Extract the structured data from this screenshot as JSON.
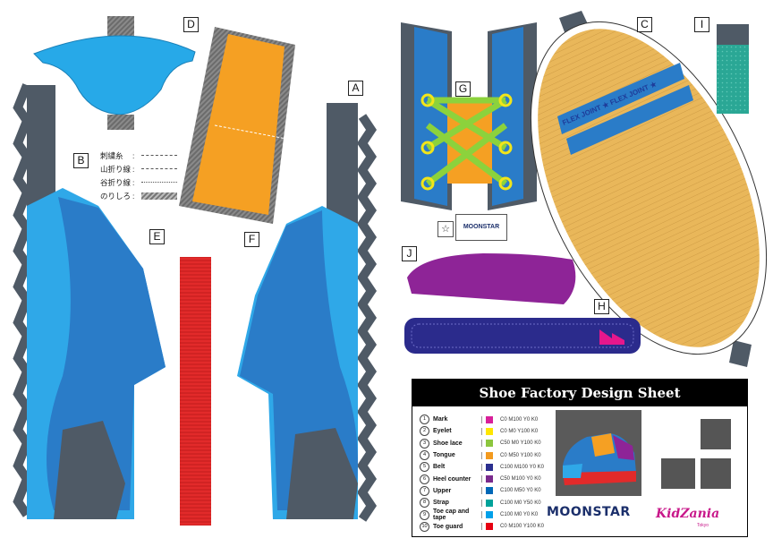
{
  "part_labels": {
    "A": "A",
    "B": "B",
    "C": "C",
    "D": "D",
    "E": "E",
    "F": "F",
    "G": "G",
    "H": "H",
    "I": "I",
    "J": "J"
  },
  "legend": [
    {
      "text": "刺繍糸",
      "type": "dashed"
    },
    {
      "text": "山折り線",
      "type": "dash-dot"
    },
    {
      "text": "谷折り線",
      "type": "dotted"
    },
    {
      "text": "のりしろ",
      "type": "hatch"
    }
  ],
  "legend_colon": ":",
  "sole_text": "FLEX JOINT ★ FLEX JOINT ★",
  "brand_small": "MOONSTAR",
  "star": "☆",
  "sheet": {
    "title": "Shoe Factory Design Sheet",
    "parts": [
      {
        "num": "1",
        "name": "Mark",
        "color": "#d8209a",
        "cmyk": "C0 M100 Y0 K0"
      },
      {
        "num": "2",
        "name": "Eyelet",
        "color": "#ffe600",
        "cmyk": "C0 M0 Y100 K0"
      },
      {
        "num": "3",
        "name": "Shoe lace",
        "color": "#8cc63e",
        "cmyk": "C50 M0 Y100 K0"
      },
      {
        "num": "4",
        "name": "Tongue",
        "color": "#f39a1e",
        "cmyk": "C0 M50 Y100 K0"
      },
      {
        "num": "5",
        "name": "Belt",
        "color": "#2b2f8f",
        "cmyk": "C100 M100 Y0 K0"
      },
      {
        "num": "6",
        "name": "Heel counter",
        "color": "#7a2a8c",
        "cmyk": "C50 M100 Y0 K0"
      },
      {
        "num": "7",
        "name": "Upper",
        "color": "#0068b7",
        "cmyk": "C100 M50 Y0 K0"
      },
      {
        "num": "8",
        "name": "Strap",
        "color": "#00a29a",
        "cmyk": "C100 M0 Y50 K0"
      },
      {
        "num": "9",
        "name": "Toe cap and tape",
        "color": "#00a0e9",
        "cmyk": "C100 M0 Y0 K0"
      },
      {
        "num": "10",
        "name": "Toe guard",
        "color": "#e60012",
        "cmyk": "C0 M100 Y100 K0"
      }
    ],
    "brand": "MOONSTAR",
    "partner": "KidZania",
    "partner_sub": "Tokyo"
  },
  "colors": {
    "teal": "#4ad0b5",
    "dark_gray": "#4f5a66",
    "upper_blue": "#2a7cc8",
    "light_blue": "#2fa8e8",
    "tongue_orange": "#f7a021",
    "sole_tan": "#e9b75a",
    "belt_navy": "#2b2b8c",
    "heel_purple": "#8e2497",
    "toe_red": "#e22a2a",
    "lace_green": "#8cd23c",
    "eyelet_yellow": "#f1e51a"
  }
}
